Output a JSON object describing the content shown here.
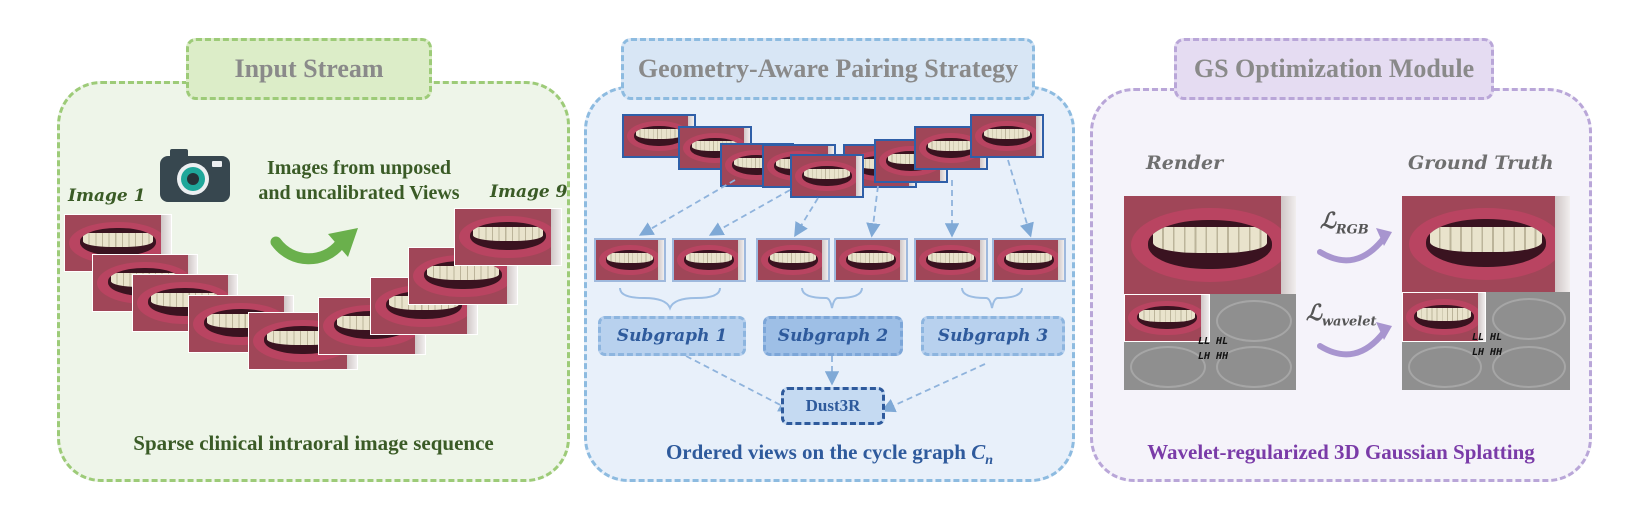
{
  "colors": {
    "green_border": "#9dcb78",
    "green_fill": "#eef5e9",
    "green_tab": "#dcedc8",
    "green_text": "#3a5b26",
    "blue_border": "#8dbbe0",
    "blue_fill": "#e8f0fa",
    "blue_tab": "#d8e6f5",
    "blue_text": "#2e5a9c",
    "purple_border": "#b9a6d8",
    "purple_fill": "#f5f3fa",
    "purple_tab": "#e5dcf2",
    "purple_text": "#7a3ba8"
  },
  "panel_input": {
    "title": "Input Stream",
    "camera_icon": "camera-icon",
    "description_line1": "Images from unposed",
    "description_line2": "and uncalibrated Views",
    "label_first": "Image 1",
    "label_last": "Image 9",
    "arrow_icon": "curved-arrow-icon",
    "caption": "Sparse clinical intraoral image sequence"
  },
  "panel_pairing": {
    "title": "Geometry-Aware Pairing Strategy",
    "subgraphs": [
      "Subgraph 1",
      "Subgraph 2",
      "Subgraph 3"
    ],
    "merge_node": "Dust3R",
    "caption_prefix": "Ordered views on the cycle graph",
    "caption_symbol": "C",
    "caption_subscript": "n"
  },
  "panel_gs": {
    "title": "GS Optimization Module",
    "render_label": "Render",
    "gt_label": "Ground Truth",
    "loss_rgb_symbol": "ℒ",
    "loss_rgb_sub": "RGB",
    "loss_wavelet_symbol": "ℒ",
    "loss_wavelet_sub": "wavelet",
    "band_row1": "LL  HL",
    "band_row2": "LH  HH",
    "caption": "Wavelet-regularized 3D Gaussian Splatting"
  }
}
